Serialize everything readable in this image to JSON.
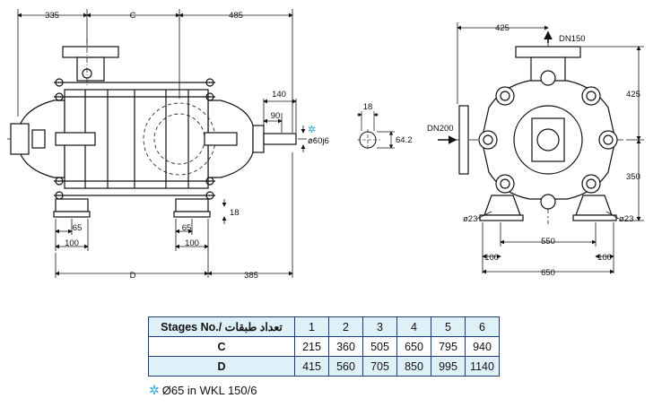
{
  "dimensions": {
    "top_335": "335",
    "top_c": "C",
    "top_485": "485",
    "d_140": "140",
    "d_90": "90",
    "shaft_dia": "ø60j6",
    "d_18_side": "18",
    "d_65_left": "65",
    "d_100_left": "100",
    "d_65_right": "65",
    "d_100_right": "100",
    "bottom_d": "D",
    "bottom_385": "385",
    "key_width": "18",
    "key_height": "64.2",
    "end_425_top": "425",
    "outlet": "DN150",
    "inlet": "DN200",
    "end_425_side": "425",
    "end_350": "350",
    "hole_left": "ø23",
    "hole_right": "ø23",
    "end_550": "550",
    "end_100_left": "100",
    "end_100_right": "100",
    "end_650": "650"
  },
  "table": {
    "header_label": "Stages No./ تعداد طبقات",
    "stages": [
      "1",
      "2",
      "3",
      "4",
      "5",
      "6"
    ],
    "row_c_label": "C",
    "row_c": [
      "215",
      "360",
      "505",
      "650",
      "795",
      "940"
    ],
    "row_d_label": "D",
    "row_d": [
      "415",
      "560",
      "705",
      "850",
      "995",
      "1140"
    ]
  },
  "footnote": {
    "symbol": "✲",
    "text": "Ø65 in WKL 150/6"
  },
  "colors": {
    "line": "#111111",
    "table_border": "#1b3a7a",
    "table_fill": "#dff1f8",
    "star": "#29a7d8"
  }
}
